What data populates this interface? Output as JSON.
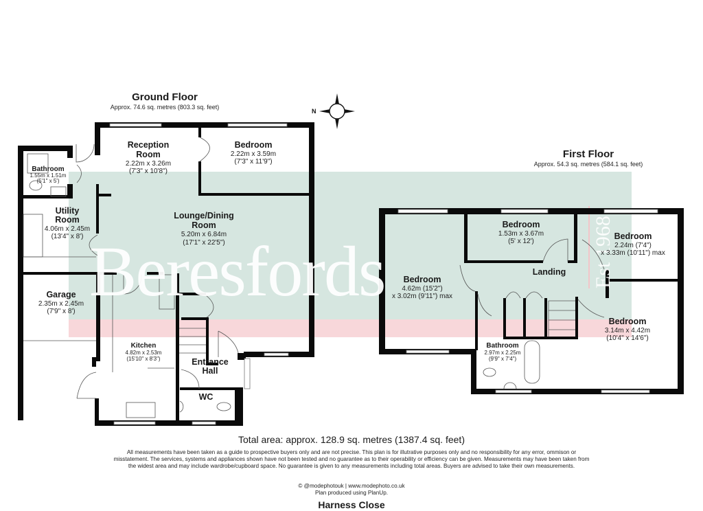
{
  "plan": {
    "ground_floor": {
      "title": "Ground Floor",
      "area": "Approx. 74.6 sq. metres (803.3 sq. feet)",
      "rooms": [
        {
          "name": "Reception",
          "name2": "Room",
          "dim1": "2.22m x 3.26m",
          "dim2": "(7'3\" x 10'8\")"
        },
        {
          "name": "Bedroom",
          "dim1": "2.22m x 3.59m",
          "dim2": "(7'3\" x 11'9\")"
        },
        {
          "name": "Bathroom",
          "dim1": "1.55m x 1.51m",
          "dim2": "(5'1\" x 5')"
        },
        {
          "name": "Utility",
          "name2": "Room",
          "dim1": "4.06m x 2.45m",
          "dim2": "(13'4\" x 8')"
        },
        {
          "name": "Lounge/Dining",
          "name2": "Room",
          "dim1": "5.20m x 6.84m",
          "dim2": "(17'1\" x 22'5\")"
        },
        {
          "name": "Garage",
          "dim1": "2.35m x 2.45m",
          "dim2": "(7'9\" x 8')"
        },
        {
          "name": "Kitchen",
          "dim1": "4.82m x 2.53m",
          "dim2": "(15'10\" x 8'3\")"
        },
        {
          "name": "Entrance",
          "name2": "Hall"
        },
        {
          "name": "WC"
        }
      ]
    },
    "first_floor": {
      "title": "First Floor",
      "area": "Approx. 54.3 sq. metres (584.1 sq. feet)",
      "rooms": [
        {
          "name": "Bedroom",
          "dim1": "1.53m x 3.67m",
          "dim2": "(5' x 12')"
        },
        {
          "name": "Bedroom",
          "dim1": "2.24m (7'4\")",
          "dim2": "x 3.33m (10'11\") max"
        },
        {
          "name": "Landing"
        },
        {
          "name": "Bedroom",
          "dim1": "4.62m (15'2\")",
          "dim2": "x 3.02m (9'11\") max"
        },
        {
          "name": "Bedroom",
          "dim1": "3.14m x 4.42m",
          "dim2": "(10'4\" x 14'6\")"
        },
        {
          "name": "Bathroom",
          "dim1": "2.97m x 2.25m",
          "dim2": "(9'9\" x 7'4\")"
        }
      ]
    },
    "compass": {
      "label": "N",
      "icon": "compass-rose-icon"
    }
  },
  "watermark": {
    "brand": "Beresfords",
    "established": "Est 1968",
    "colors": {
      "green": "#d6e6e0",
      "pink": "#f8d7da"
    }
  },
  "footer": {
    "total_area": "Total area: approx. 128.9 sq. metres (1387.4 sq. feet)",
    "disclaimer": "All measurements have been taken as a guide to prospective buyers only and are not precise. This plan is for illutrative purposes only and no responsibility for any error, ommison or misstatement. The services, systems and appliances shown have not been tested and no guarantee as to their operability or efficiency can be given. Measurements may have been taken from the widest area and may include wardrobe/cupboard space. No guarantee is given to any measurements including total areas. Buyers are advised to take their own measurements.",
    "credit_line1": "© @modephotouk | www.modephoto.co.uk",
    "credit_line2": "Plan produced using PlanUp.",
    "address": "Harness Close"
  }
}
